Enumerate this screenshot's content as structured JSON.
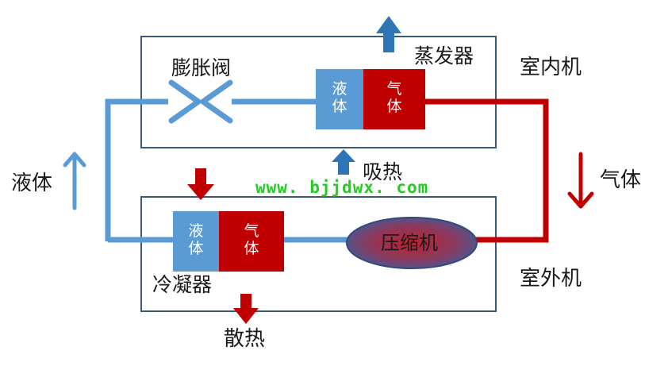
{
  "labels": {
    "expansion_valve": "膨胀阀",
    "evaporator": "蒸发器",
    "indoor_unit": "室内机",
    "outdoor_unit": "室外机",
    "condenser": "冷凝器",
    "compressor": "压缩机",
    "absorb_heat": "吸热",
    "dissipate_heat": "散热",
    "liquid_side": "液体",
    "gas_side": "气体",
    "liquid_cell": "液\n体",
    "gas_cell": "气\n体"
  },
  "watermark": "www. bjjdwx. com",
  "colors": {
    "pipe_blue": "#5b9bd5",
    "pipe_red": "#c00000",
    "liquid_cell": "#5b9bd5",
    "gas_cell": "#c00000",
    "frame": "#3b5a7a",
    "watermark": "#22cc22"
  }
}
